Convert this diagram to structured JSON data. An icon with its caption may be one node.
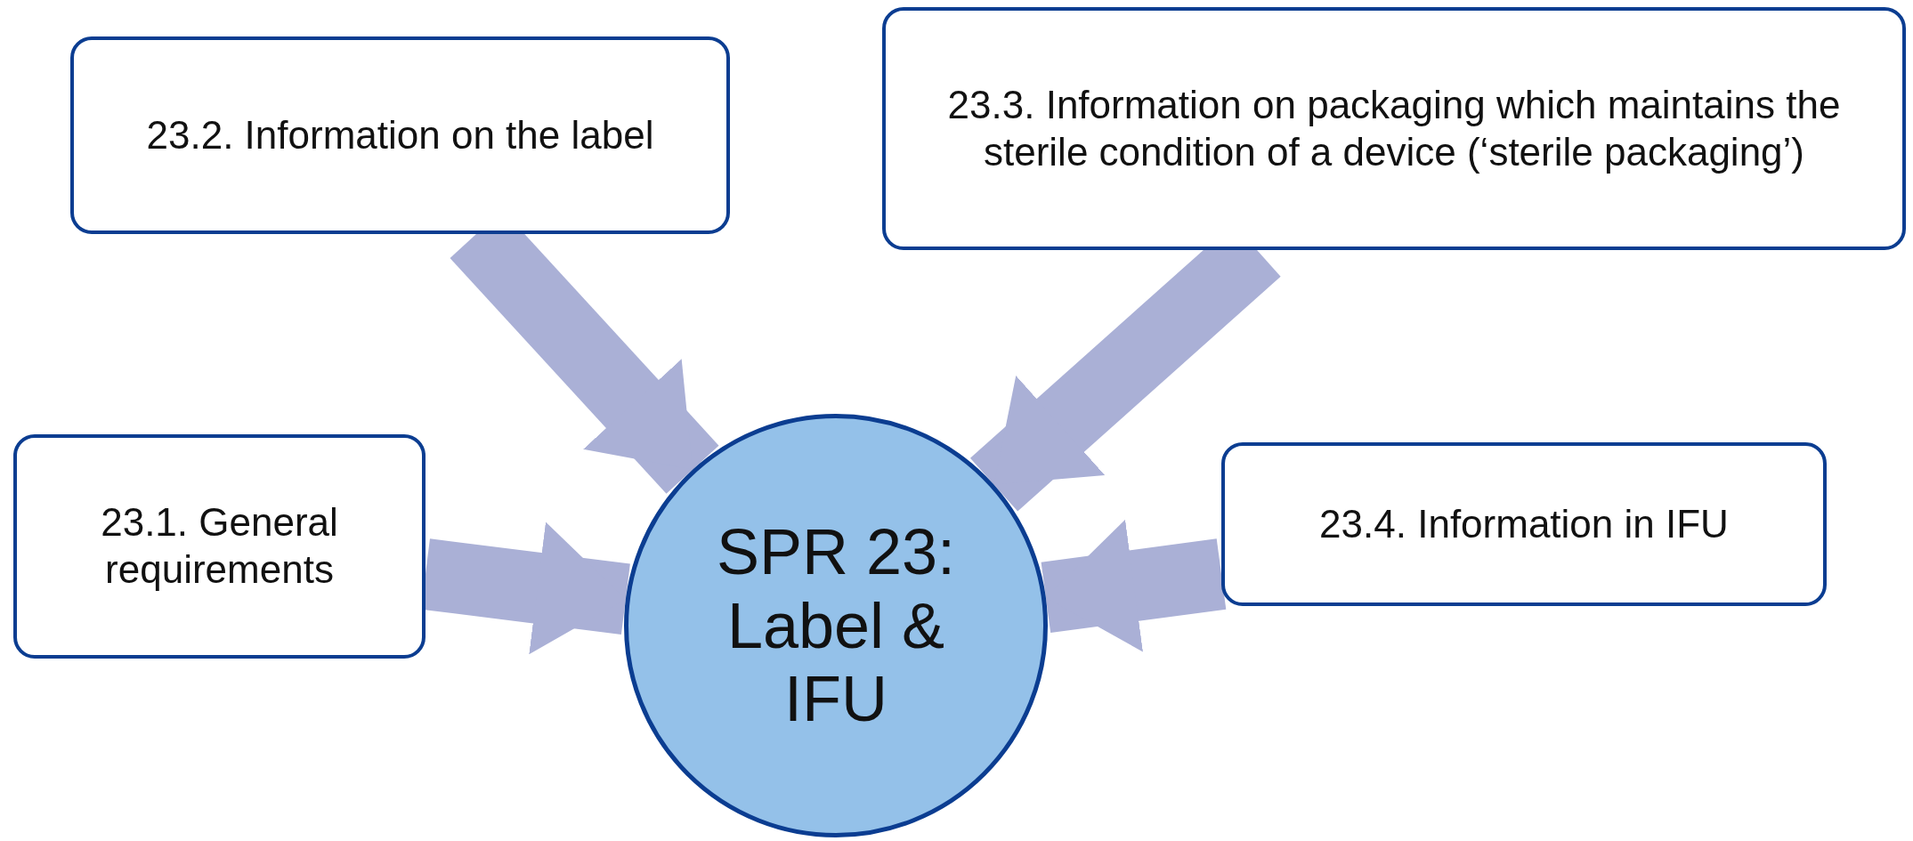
{
  "diagram": {
    "nodes": [
      {
        "text": [
          "23.2. Information on the label"
        ]
      },
      {
        "text": [
          "23.3. Information on packaging which maintains the sterile condition of a device (‘sterile packaging’)"
        ]
      },
      {
        "text": [
          "23.1. General requirements"
        ]
      },
      {
        "text": [
          "23.4. Information in IFU"
        ]
      },
      {
        "text": [
          "SPR 23: Label & IFU"
        ]
      }
    ],
    "edges": [
      {
        "from": 0,
        "to": 4,
        "arrow": "to"
      },
      {
        "from": 1,
        "to": 4,
        "arrow": "to"
      },
      {
        "from": 2,
        "to": 4,
        "arrow": "to"
      },
      {
        "from": 3,
        "to": 4,
        "arrow": "to"
      }
    ]
  }
}
